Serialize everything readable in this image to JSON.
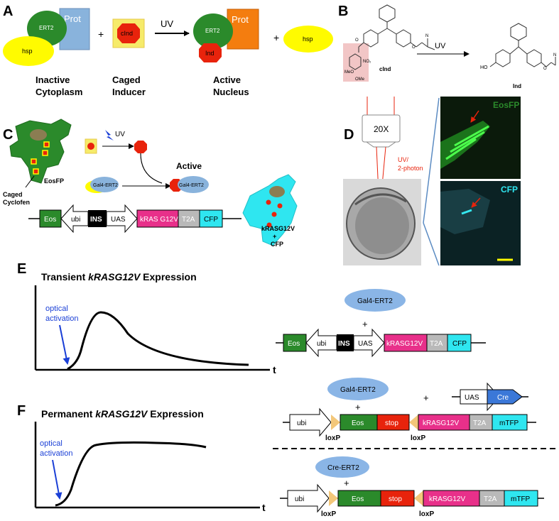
{
  "panels": {
    "A": "A",
    "B": "B",
    "C": "C",
    "D": "D",
    "E": "E",
    "F": "F"
  },
  "colors": {
    "green": "#2b8a2b",
    "blue": "#89b3dc",
    "yellow": "#fffb00",
    "red": "#e8230c",
    "orange": "#f47d0f",
    "pink": "#e8308a",
    "cyan": "#2fe6f0",
    "gray": "#b9b9b9",
    "black": "#000000",
    "lightblue": "#8ab5e6",
    "tan": "#f3c77a",
    "uvblue": "#1a3fd6"
  },
  "panelA": {
    "ert2": "ERT2",
    "prot": "Prot",
    "hsp": "hsp",
    "cind": "cInd",
    "uv": "UV",
    "ind": "Ind",
    "plus": "+",
    "label_inactive_1": "Inactive",
    "label_inactive_2": "Cytoplasm",
    "label_caged_1": "Caged",
    "label_caged_2": "Inducer",
    "label_active_1": "Active",
    "label_active_2": "Nucleus"
  },
  "panelB": {
    "no2": "NO₂",
    "meo": "MeO",
    "ome": "OMe",
    "ho": "HO",
    "o": "O",
    "n": "N",
    "cind": "cInd",
    "ind": "Ind",
    "uv": "UV"
  },
  "panelC": {
    "eosfp": "EosFP",
    "caged_1": "Caged",
    "caged_2": "Cyclofen",
    "uv": "UV",
    "active": "Active",
    "gal4": "Gal4-ERT2",
    "construct": [
      "Eos",
      "ubi",
      "INS",
      "UAS",
      "kRAS G12V",
      "T2A",
      "CFP"
    ],
    "kras_1": "kRASG12V",
    "kras_plus": "+",
    "kras_2": "CFP"
  },
  "panelD": {
    "objective": "20X",
    "uv_1": "UV/",
    "uv_2": "2-photon",
    "eosfp": "EosFP",
    "cfp": "CFP"
  },
  "panelE": {
    "title_pre": "Transient ",
    "title_gene": "kRASG12V",
    "title_post": " Expression",
    "opt_1": "optical",
    "opt_2": "activation",
    "t": "t",
    "gal4": "Gal4-ERT2",
    "plus": "+",
    "construct": [
      "Eos",
      "ubi",
      "INS",
      "UAS",
      "kRASG12V",
      "T2A",
      "CFP"
    ]
  },
  "panelF": {
    "title_pre": "Permanent ",
    "title_gene": "kRASG12V",
    "title_post": " Expression",
    "opt_1": "optical",
    "opt_2": "activation",
    "t": "t",
    "gal4": "Gal4-ERT2",
    "cre_ert2": "Cre-ERT2",
    "plus": "+",
    "uas": "UAS",
    "cre": "Cre",
    "construct": [
      "ubi",
      "Eos",
      "stop",
      "kRASG12V",
      "T2A",
      "mTFP"
    ],
    "loxp": "loxP"
  }
}
